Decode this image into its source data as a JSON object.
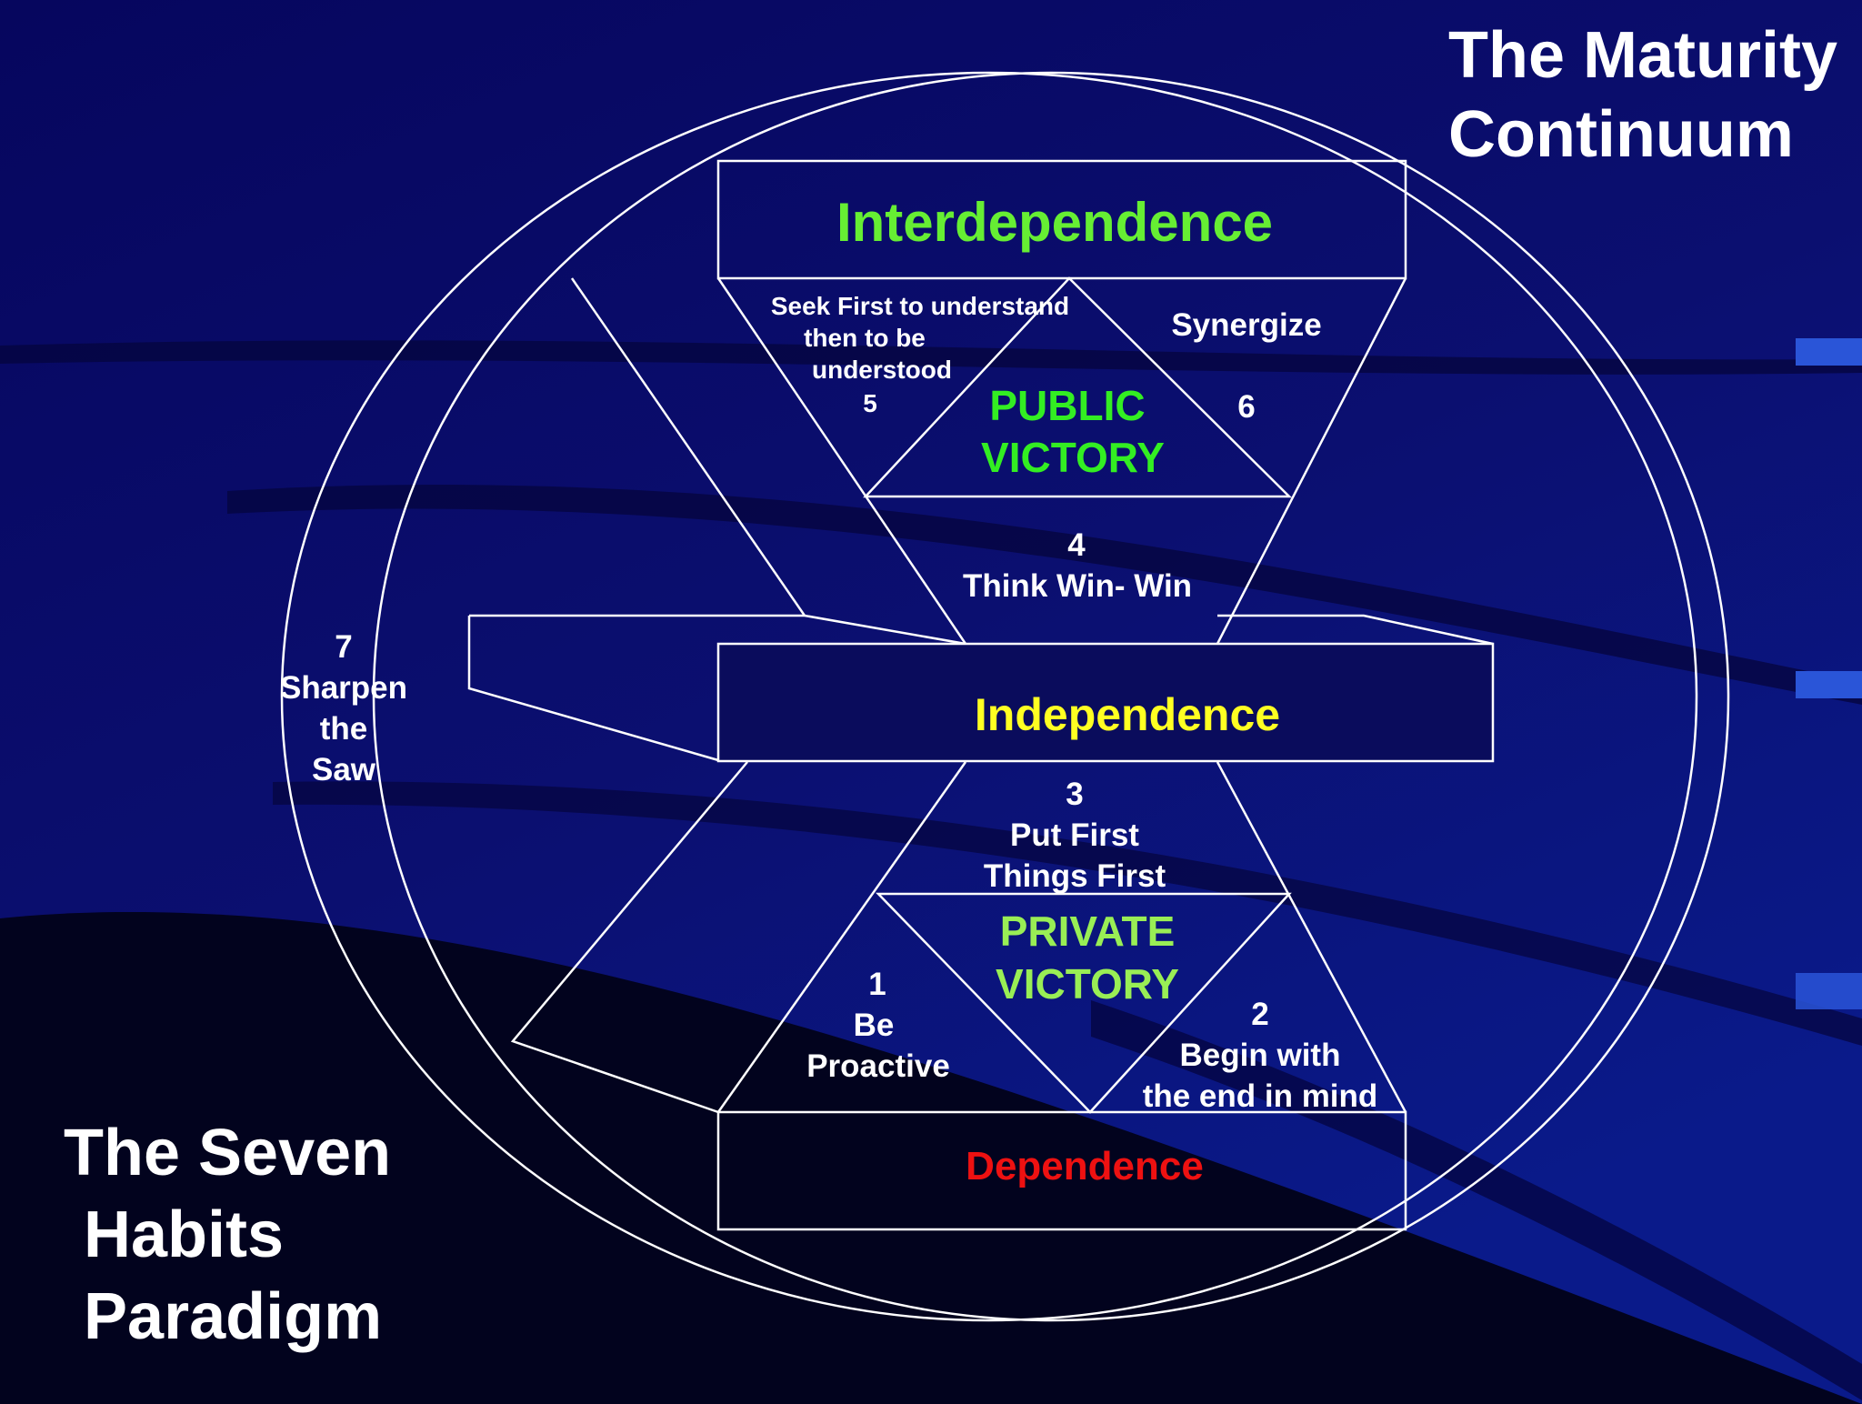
{
  "titles": {
    "maturity_line1": "The Maturity",
    "maturity_line2": "Continuum",
    "seven_line1": "The Seven",
    "seven_line2": "Habits",
    "seven_line3": "Paradigm"
  },
  "levels": {
    "interdependence": "Interdependence",
    "independence": "Independence",
    "dependence": "Dependence"
  },
  "victories": {
    "public_line1": "PUBLIC",
    "public_line2": "VICTORY",
    "private_line1": "PRIVATE",
    "private_line2": "VICTORY"
  },
  "habits": {
    "h5_line1": "Seek First to understand",
    "h5_line2": "then to be",
    "h5_line3": "understood",
    "h5_number": "5",
    "h6_label": "Synergize",
    "h6_number": "6",
    "h4_number": "4",
    "h4_label": "Think Win- Win",
    "h3_number": "3",
    "h3_line1": "Put First",
    "h3_line2": "Things First",
    "h1_number": "1",
    "h1_line1": "Be",
    "h1_line2": "Proactive",
    "h2_number": "2",
    "h2_line1": "Begin with",
    "h2_line2": "the end in mind",
    "h7_number": "7",
    "h7_line1": "Sharpen",
    "h7_line2": "the",
    "h7_line3": "Saw"
  },
  "colors": {
    "background": "#0a0a5a",
    "line": "#ffffff",
    "title_text": "#ffffff",
    "interdependence": "#66ee33",
    "victory": "#33ee22",
    "private_victory": "#99ee55",
    "independence": "#ffff22",
    "dependence": "#ee1111"
  }
}
